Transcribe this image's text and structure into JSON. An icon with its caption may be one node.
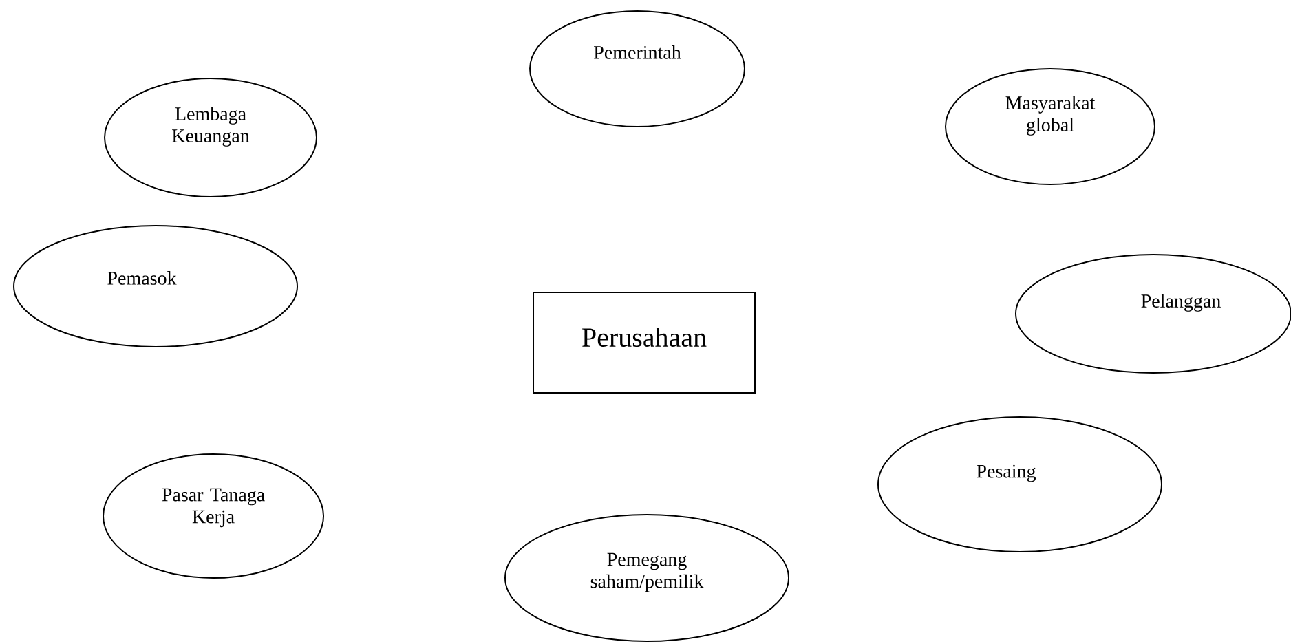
{
  "diagram": {
    "nodes": [
      {
        "text": [
          "Pemerintah"
        ]
      },
      {
        "text": [
          "Lembaga Keuangan"
        ]
      },
      {
        "text": [
          "Masyarakat global"
        ]
      },
      {
        "text": [
          "Pemasok"
        ]
      },
      {
        "text": [
          "Perusahaan"
        ]
      },
      {
        "text": [
          "Pelanggan"
        ]
      },
      {
        "text": [
          "Pesaing"
        ]
      },
      {
        "text": [
          "Pasar Tanaga Kerja"
        ]
      },
      {
        "text": [
          "Pemegang saham/pemilik"
        ]
      }
    ]
  }
}
